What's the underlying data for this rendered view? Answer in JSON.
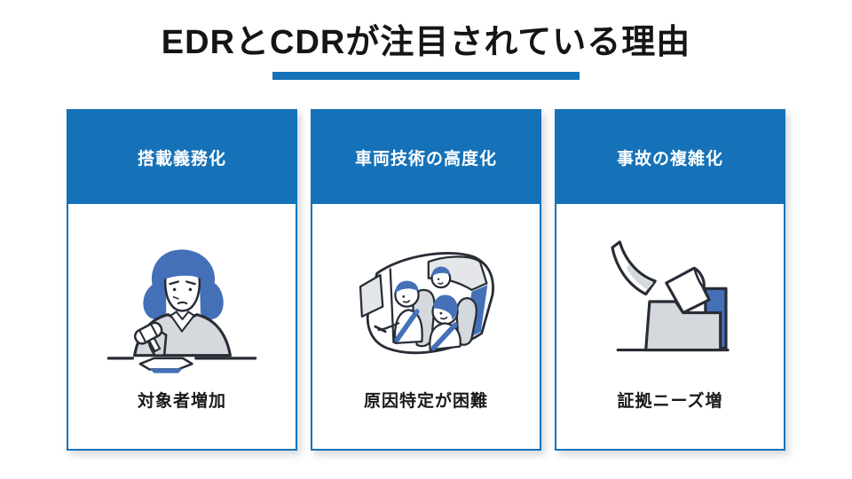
{
  "slide": {
    "title": "EDRとCDRが注目されている理由",
    "background_color": "#FFFFFF",
    "accent_color": "#1571B8",
    "title_color": "#151515"
  },
  "illustration_palette": {
    "outline": "#272C35",
    "blue": "#4470B8",
    "gray": "#D5D8DC",
    "light_gray": "#E4E6E9"
  },
  "cards": [
    {
      "header": "搭載義務化",
      "illustration": "judge-gavel-illustration",
      "label": "対象者増加"
    },
    {
      "header": "車両技術の高度化",
      "illustration": "car-passengers-illustration",
      "label": "原因特定が困難"
    },
    {
      "header": "事故の複雑化",
      "illustration": "papers-into-folder-illustration",
      "label": "証拠ニーズ増"
    }
  ]
}
